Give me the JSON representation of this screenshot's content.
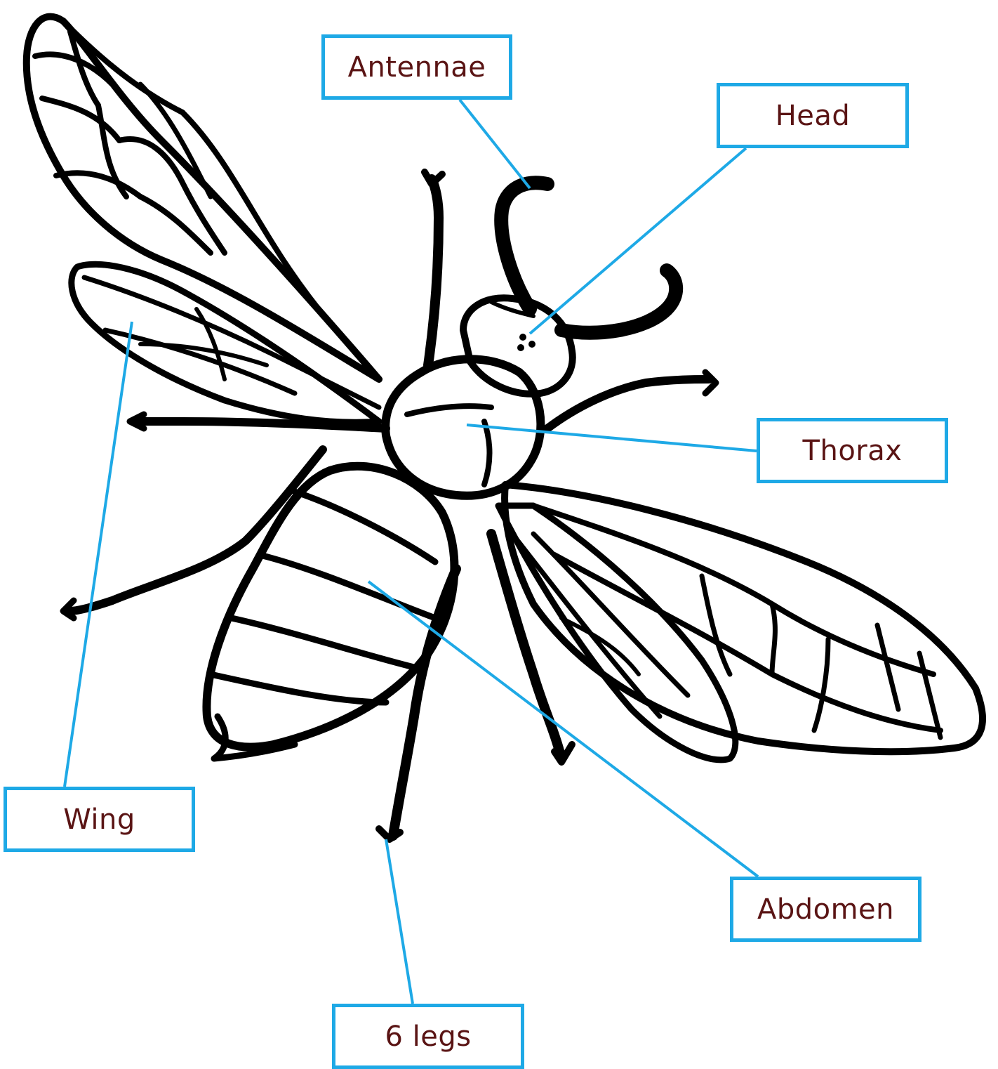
{
  "labels": {
    "antennae": "Antennae",
    "head": "Head",
    "thorax": "Thorax",
    "wing": "Wing",
    "abdomen": "Abdomen",
    "legs": "6 legs"
  },
  "colors": {
    "leader_line": "#1ea9e6",
    "label_text": "#5a1414",
    "outline": "#000000"
  }
}
